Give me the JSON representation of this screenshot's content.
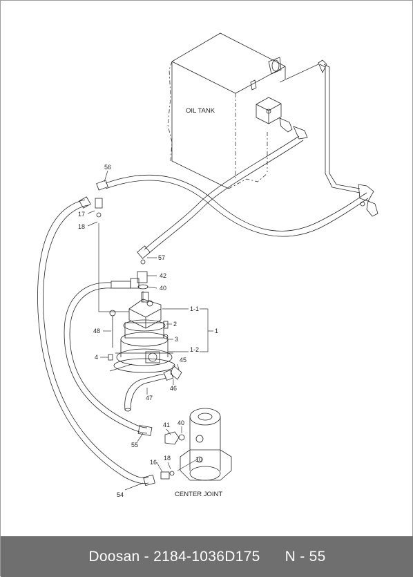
{
  "labels": {
    "oil_tank": "OIL TANK",
    "center_joint": "CENTER JOINT"
  },
  "part_numbers": {
    "p56": "56",
    "p17": "17",
    "p18_top": "18",
    "p57": "57",
    "p42": "42",
    "p40_top": "40",
    "p1_1": "1-1",
    "p1": "1",
    "p2": "2",
    "p48": "48",
    "p3": "3",
    "p1_2": "1-2",
    "p4": "4",
    "p45": "45",
    "p46": "46",
    "p47": "47",
    "p41": "41",
    "p40_bottom": "40",
    "p55": "55",
    "p16": "16",
    "p18_bottom": "18",
    "p10": "10",
    "p54": "54"
  },
  "footer": {
    "brand_part": "Doosan - 2184-1036D175",
    "page": "N - 55"
  },
  "colors": {
    "footer_bg": "#6f6f6f",
    "line": "#222222"
  }
}
